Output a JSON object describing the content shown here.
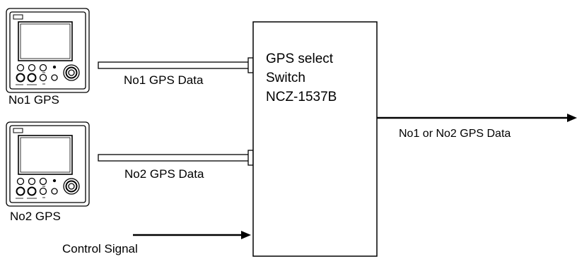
{
  "devices": [
    {
      "label": "No1 GPS",
      "data_label": "No1 GPS Data"
    },
    {
      "label": "No2 GPS",
      "data_label": "No2 GPS Data"
    }
  ],
  "switch": {
    "lines": [
      "GPS select",
      "Switch",
      "NCZ-1537B"
    ]
  },
  "output_label": "No1 or No2 GPS Data",
  "control_label": "Control Signal",
  "colors": {
    "stroke": "#000000",
    "background": "#ffffff"
  }
}
